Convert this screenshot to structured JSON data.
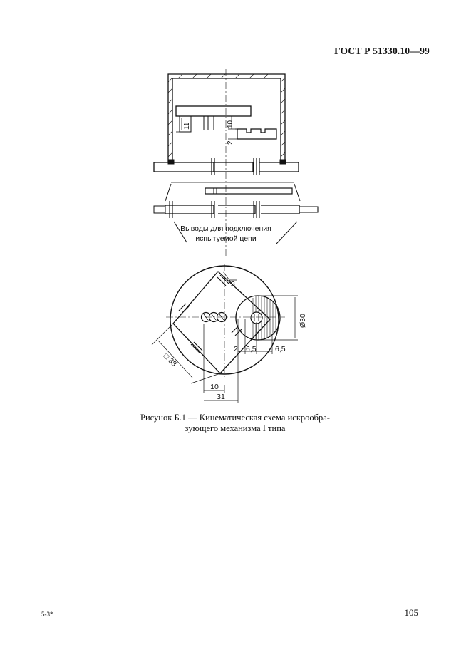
{
  "header": {
    "standard_code": "ГОСТ Р 51330.10—99"
  },
  "figure": {
    "top_view": {
      "dim_height_11": "11",
      "dim_height_10": "10",
      "dim_gap_2": "2",
      "callout_line1": "Выводы для подключения",
      "callout_line2": "испытуемой цепи"
    },
    "plan_view": {
      "dim_3": "3",
      "dim_diameter_30": "Ø30",
      "dim_2": "2",
      "dim_6_5_a": "6,5",
      "dim_6_5_b": "6,5",
      "dim_square_38": "□ 38",
      "dim_10": "10",
      "dim_31": "31"
    },
    "caption_line1": "Рисунок Б.1 — Кинематическая схема искрообра-",
    "caption_line2": "зующего механизма I типа"
  },
  "footer": {
    "left_mark": "5-3*",
    "page_number": "105"
  }
}
